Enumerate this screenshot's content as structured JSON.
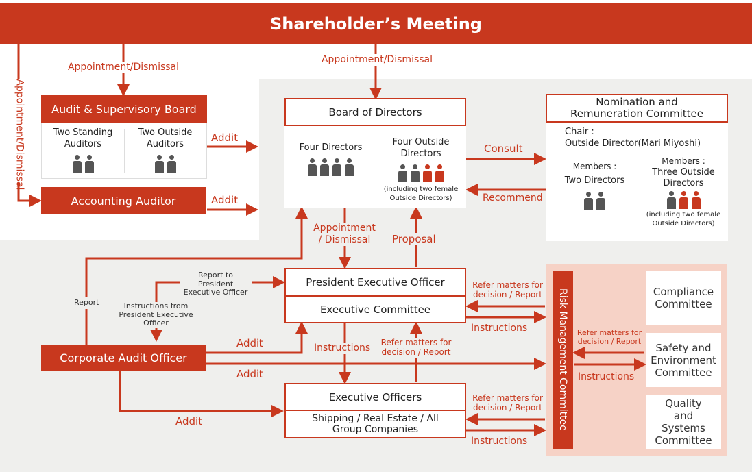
{
  "shareholders": "Shareholder’s Meeting",
  "labels": {
    "appt_left_vertical": "Appointment/Dismissal",
    "appt_audit": "Appointment/Dismissal",
    "appt_board": "Appointment/Dismissal",
    "addit": "Addit",
    "consult": "Consult",
    "recommend": "Recommend",
    "appt_peo": "Appointment / Dismissal",
    "proposal": "Proposal",
    "report": "Report",
    "report_to_peo": "Report to President Executive Officer",
    "instructions_from_peo": "Instructions from President Executive Officer",
    "instructions": "Instructions",
    "refer_matters": "Refer matters for decision / Report"
  },
  "audit_board": {
    "title": "Audit & Supervisory Board",
    "left": "Two Standing Auditors",
    "right": "Two Outside Auditors"
  },
  "accounting_auditor": "Accounting Auditor",
  "board": {
    "title": "Board of Directors",
    "left": "Four Directors",
    "right": "Four Outside Directors",
    "note": "(including two female Outside Directors)"
  },
  "nomination": {
    "title": "Nomination and Remuneration Committee",
    "chair_label": "Chair :",
    "chair": "Outside Director(Mari Miyoshi)",
    "members_label": "Members :",
    "left": "Two Directors",
    "right": "Three Outside Directors",
    "note": "(including two female Outside Directors)"
  },
  "peo": "President Executive Officer",
  "exec_committee": "Executive Committee",
  "corporate_audit": "Corporate Audit Officer",
  "exec_officers": {
    "title": "Executive Officers",
    "sub": "Shipping / Real Estate / All Group Companies"
  },
  "risk": "Risk Management Committee",
  "committees": [
    "Compliance Committee",
    "Safety and Environment Committee",
    "Quality and Systems Committee"
  ],
  "colors": {
    "accent": "#c8381e",
    "panel": "#efefed",
    "pink": "#f6d2c6"
  }
}
